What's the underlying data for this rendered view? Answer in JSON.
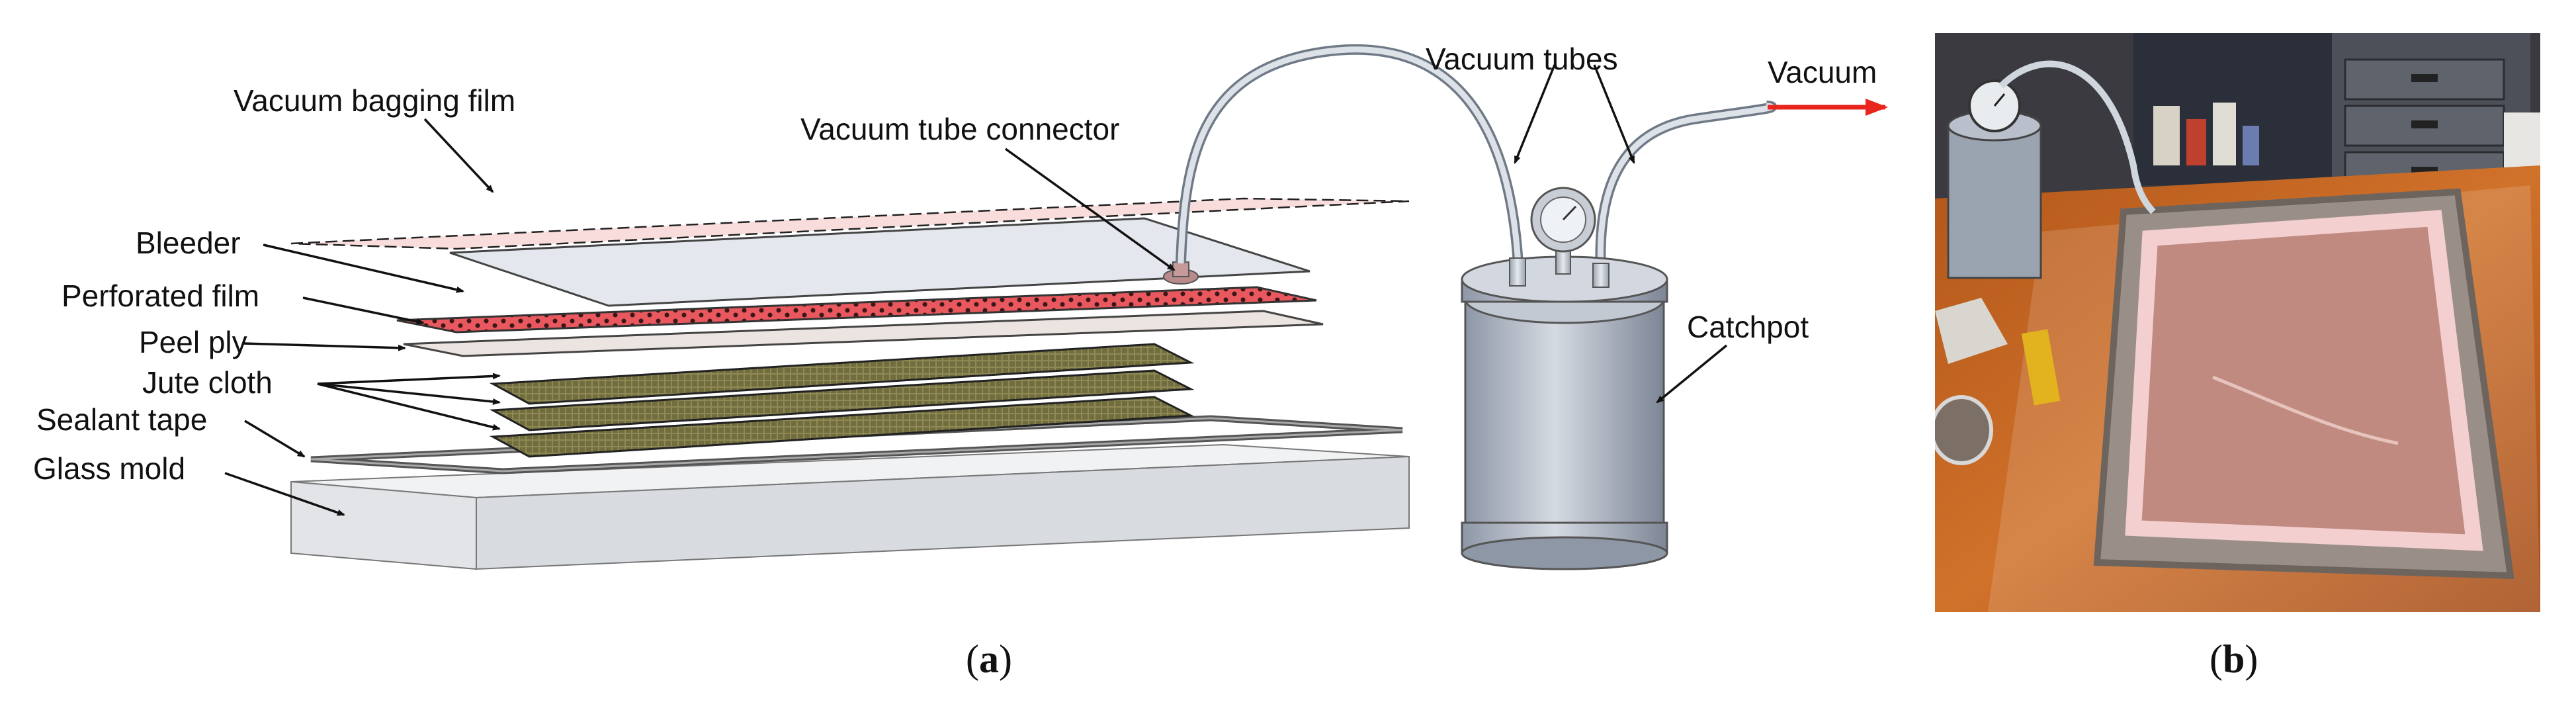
{
  "labels": {
    "vacuum_bagging_film": "Vacuum bagging film",
    "vacuum_tube_connector": "Vacuum tube connector",
    "vacuum_tubes": "Vacuum tubes",
    "vacuum": "Vacuum",
    "bleeder": "Bleeder",
    "perforated_film": "Perforated film",
    "peel_ply": "Peel ply",
    "jute_cloth": "Jute cloth",
    "sealant_tape": "Sealant tape",
    "glass_mold": "Glass mold",
    "catchpot": "Catchpot"
  },
  "subfigures": {
    "a_open": "(",
    "a_letter": "a",
    "a_close": ")",
    "b_open": "(",
    "b_letter": "b",
    "b_close": ")"
  },
  "colors": {
    "bagging_film": "#f7d4d4",
    "bleeder": "#e4e8ee",
    "perforated_film": "#e8585e",
    "peel_ply": "#ece4e0",
    "jute_cloth": "#6e6a3c",
    "glass_mold": "#e6e8ea",
    "catchpot": "#b9c0cc",
    "vacuum_arrow": "#e8261e",
    "photo_table": "#c8651c",
    "photo_laminate": "#c08a80"
  }
}
